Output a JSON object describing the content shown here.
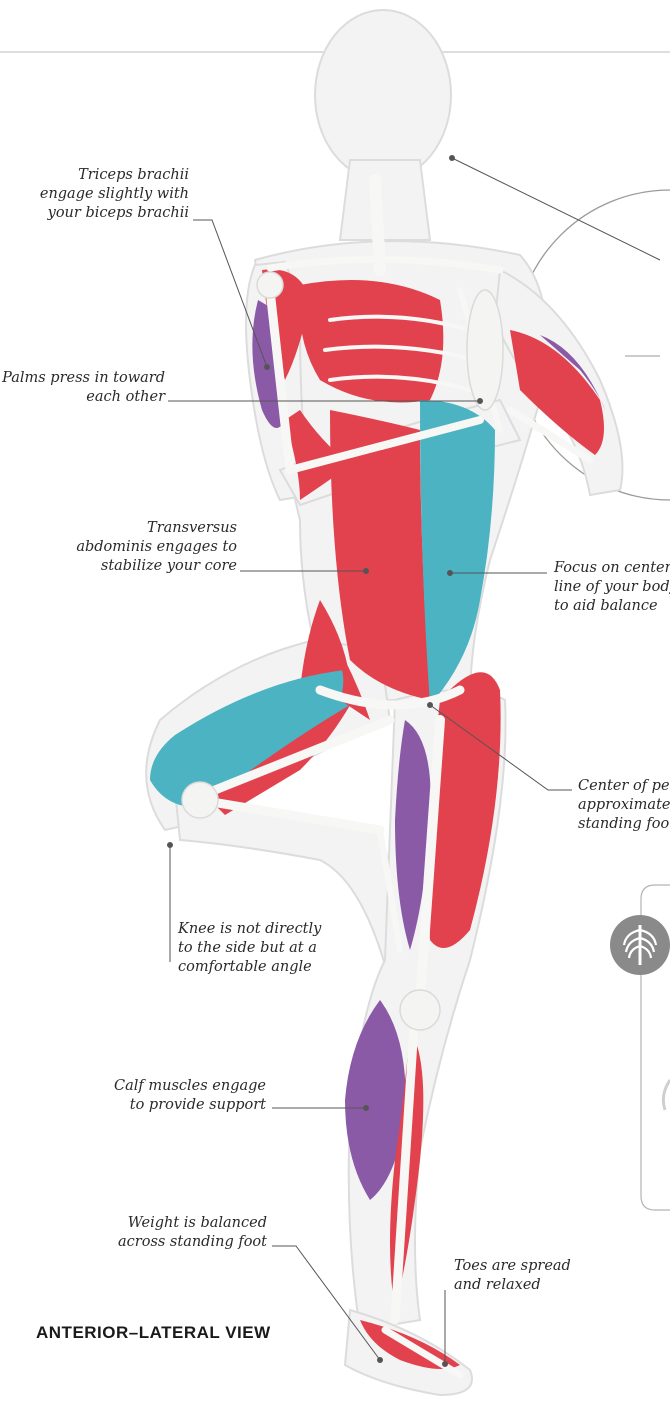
{
  "view_title": "ANTERIOR–LATERAL VIEW",
  "colors": {
    "muscle_red": "#e2424d",
    "muscle_blue": "#4bb3c2",
    "muscle_purple": "#8a5aa6",
    "bone": "#f2f2f0",
    "body_outline": "#d9d9d9",
    "leader_line": "#555555"
  },
  "annotations": [
    {
      "id": "triceps",
      "lines": [
        "Triceps brachii",
        "engage slightly with",
        "your biceps brachii"
      ]
    },
    {
      "id": "palms",
      "lines": [
        "Palms press in toward",
        "each other"
      ]
    },
    {
      "id": "transversus",
      "lines": [
        "Transversus",
        "abdominis engages to",
        "stabilize your core"
      ]
    },
    {
      "id": "focus",
      "lines": [
        "Focus on center",
        "line of your body",
        "to aid balance"
      ]
    },
    {
      "id": "pelvis",
      "lines": [
        "Center of pelv",
        "approximatel",
        "standing foot"
      ]
    },
    {
      "id": "knee",
      "lines": [
        "Knee is not directly",
        "to the side but at a",
        "comfortable angle"
      ]
    },
    {
      "id": "calf",
      "lines": [
        "Calf muscles engage",
        "to provide support"
      ]
    },
    {
      "id": "weight",
      "lines": [
        "Weight is balanced",
        "across standing foot"
      ]
    },
    {
      "id": "toes",
      "lines": [
        "Toes are spread",
        "and relaxed"
      ]
    }
  ],
  "icons": {
    "ribcage_badge": "ribcage-icon"
  }
}
